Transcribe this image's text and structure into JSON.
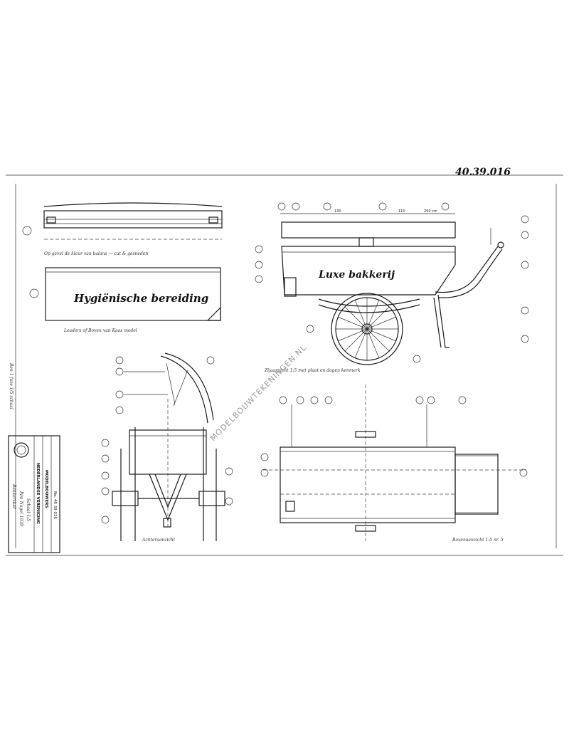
{
  "sheet": {
    "sheet_number": "40.39.016",
    "side_label": "Ben 1 fase 1/5 schaal",
    "watermark": "MODELBOUWTEKENINGEN.NL"
  },
  "side_view_panel": {
    "panel_text": "Hygiënische bereiding",
    "caption_top": "Op gevel de kleur van balans — cut & gesneden",
    "caption_bottom": "Leaders of Boven van Kaas model"
  },
  "cart_side_view": {
    "panel_text": "Luxe bakkerij",
    "caption": "Zijaanzicht 1:5 met plaat en dagen kenmerk",
    "top_dims": [
      "130",
      "110",
      "250 cm"
    ]
  },
  "end_view": {
    "caption": "Achteraanzicht"
  },
  "plan_view": {
    "caption": "Bovenaanzicht 1:5 nr. 5"
  },
  "title_block": {
    "organization": "NEDERLANDSE VERENIGING",
    "subtitle": "MODELBOUWERS",
    "reference": "No. 40 39 016",
    "notes": [
      "Bakkerskar",
      "Pim Nagel 1939",
      "Schaal 1:5"
    ]
  }
}
